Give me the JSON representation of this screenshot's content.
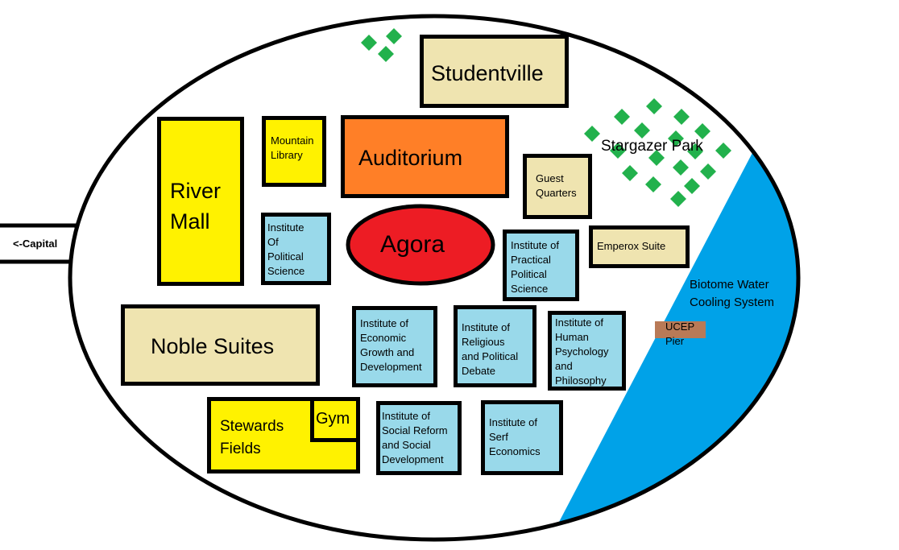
{
  "map": {
    "colors": {
      "outline": "#000000",
      "ground": "#ffffff",
      "tan": "#efe4b0",
      "yellow": "#fff200",
      "blue": "#99d9ea",
      "orange": "#ff7f27",
      "red": "#ed1c24",
      "water": "#00a2e8",
      "pier": "#b97a57",
      "tree": "#22b14c"
    },
    "road": {
      "label": "<-Capital"
    },
    "buildings": {
      "studentville": "Studentville",
      "river_mall": [
        "River",
        "Mall"
      ],
      "mountain_library": [
        "Mountain",
        "Library"
      ],
      "auditorium": "Auditorium",
      "guest_quarters": [
        "Guest",
        "Quarters"
      ],
      "agora": "Agora",
      "inst_political_science": [
        "Institute",
        "Of",
        "Political",
        "Science"
      ],
      "inst_practical_political_science": [
        "Institute of",
        "Practical",
        "Political",
        "Science"
      ],
      "emperox_suite": "Emperox Suite",
      "noble_suites": "Noble Suites",
      "inst_economic_growth": [
        "Institute of",
        "Economic",
        "Growth and",
        "Development"
      ],
      "inst_religious_debate": [
        "Institute of",
        "Religious",
        "and Political",
        "Debate"
      ],
      "inst_human_psychology": [
        "Institute of",
        "Human",
        "Psychology",
        "and",
        "Philosophy"
      ],
      "stewards_fields": [
        "Stewards",
        "Fields"
      ],
      "gym": "Gym",
      "inst_social_reform": [
        "Institute of",
        "Social Reform",
        "and Social",
        "Development"
      ],
      "inst_serf_economics": [
        "Institute of",
        "Serf",
        "Economics"
      ]
    },
    "areas": {
      "stargazer_park": "Stargazer Park",
      "biotome_water": [
        "Biotome Water",
        "Cooling System"
      ],
      "ucep_pier": [
        "UCEP",
        "Pier"
      ]
    }
  }
}
